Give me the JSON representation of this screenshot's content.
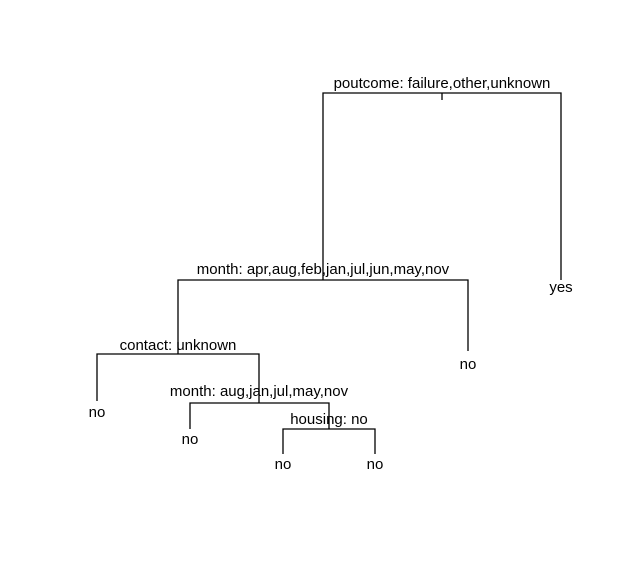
{
  "tree": {
    "splits": [
      {
        "id": "root",
        "label": "poutcome: failure,other,unknown"
      },
      {
        "id": "month1",
        "label": "month: apr,aug,feb,jan,jul,jun,may,nov"
      },
      {
        "id": "contact",
        "label": "contact: unknown"
      },
      {
        "id": "month2",
        "label": "month: aug,jan,jul,may,nov"
      },
      {
        "id": "housing",
        "label": "housing: no"
      }
    ],
    "leaves": [
      {
        "id": "leaf-root-right",
        "label": "yes"
      },
      {
        "id": "leaf-month1-right",
        "label": "no"
      },
      {
        "id": "leaf-contact-left",
        "label": "no"
      },
      {
        "id": "leaf-month2-left",
        "label": "no"
      },
      {
        "id": "leaf-housing-left",
        "label": "no"
      },
      {
        "id": "leaf-housing-right",
        "label": "no"
      }
    ]
  }
}
